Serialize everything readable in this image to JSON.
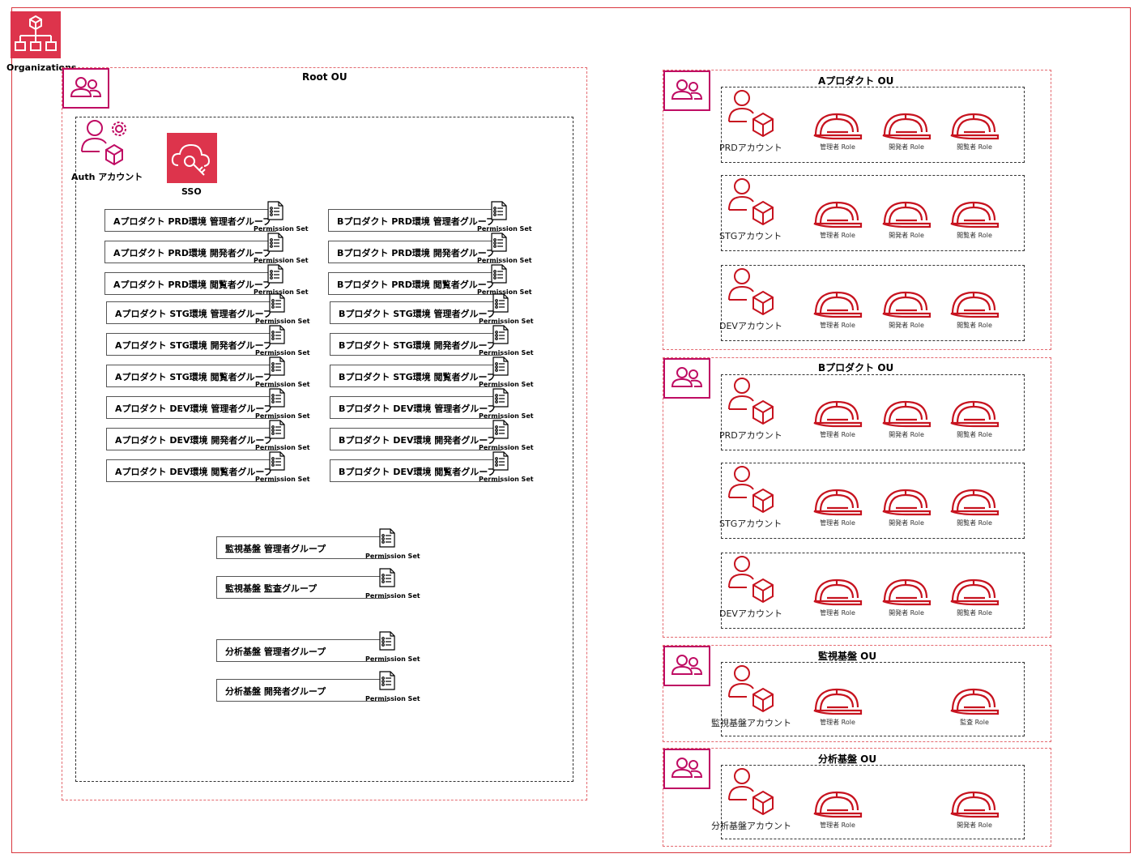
{
  "organizations": {
    "label": "Organizations"
  },
  "root_ou": {
    "title": "Root OU",
    "auth_account": "Auth アカウント",
    "sso": "SSO",
    "groups_a": [
      "Aプロダクト PRD環境 管理者グループ",
      "Aプロダクト PRD環境 開発者グループ",
      "Aプロダクト PRD環境 閲覧者グループ",
      "Aプロダクト STG環境 管理者グループ",
      "Aプロダクト STG環境 開発者グループ",
      "Aプロダクト STG環境 閲覧者グループ",
      "Aプロダクト DEV環境 管理者グループ",
      "Aプロダクト DEV環境 開発者グループ",
      "Aプロダクト DEV環境 閲覧者グループ"
    ],
    "groups_b": [
      "Bプロダクト PRD環境 管理者グループ",
      "Bプロダクト PRD環境 開発者グループ",
      "Bプロダクト PRD環境 閲覧者グループ",
      "Bプロダクト STG環境 管理者グループ",
      "Bプロダクト STG環境 開発者グループ",
      "Bプロダクト STG環境 閲覧者グループ",
      "Bプロダクト DEV環境 管理者グループ",
      "Bプロダクト DEV環境 開発者グループ",
      "Bプロダクト DEV環境 閲覧者グループ"
    ],
    "groups_monitor": [
      "監視基盤 管理者グループ",
      "監視基盤 監査グループ"
    ],
    "groups_analytics": [
      "分析基盤 管理者グループ",
      "分析基盤 開発者グループ"
    ],
    "permission_set": "Permission Set"
  },
  "ous": [
    {
      "title": "Aプロダクト OU",
      "accounts": [
        {
          "name": "PRDアカウント",
          "roles": [
            "管理者 Role",
            "開発者 Role",
            "閲覧者 Role"
          ]
        },
        {
          "name": "STGアカウント",
          "roles": [
            "管理者 Role",
            "開発者 Role",
            "閲覧者 Role"
          ]
        },
        {
          "name": "DEVアカウント",
          "roles": [
            "管理者 Role",
            "開発者 Role",
            "閲覧者 Role"
          ]
        }
      ]
    },
    {
      "title": "Bプロダクト OU",
      "accounts": [
        {
          "name": "PRDアカウント",
          "roles": [
            "管理者 Role",
            "開発者 Role",
            "閲覧者 Role"
          ]
        },
        {
          "name": "STGアカウント",
          "roles": [
            "管理者 Role",
            "開発者 Role",
            "閲覧者 Role"
          ]
        },
        {
          "name": "DEVアカウント",
          "roles": [
            "管理者 Role",
            "開発者 Role",
            "閲覧者 Role"
          ]
        }
      ]
    },
    {
      "title": "監視基盤 OU",
      "accounts": [
        {
          "name": "監視基盤アカウント",
          "roles": [
            "管理者 Role",
            "",
            "監査 Role"
          ]
        }
      ]
    },
    {
      "title": "分析基盤 OU",
      "accounts": [
        {
          "name": "分析基盤アカウント",
          "roles": [
            "管理者 Role",
            "",
            "開発者 Role"
          ]
        }
      ]
    }
  ],
  "colors": {
    "aws_red": "#dd344c",
    "ou_magenta": "#bf0c63",
    "role_red": "#c7131f"
  }
}
